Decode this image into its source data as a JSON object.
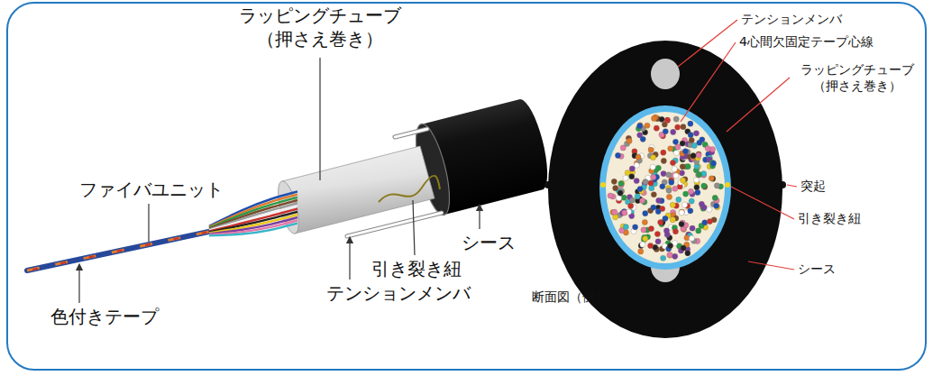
{
  "diagram": {
    "labels": [
      "ラッピングチューブ （押さえ巻き）",
      "ファイバユニット",
      "シース",
      "引き裂き紐",
      "テンションメンバ",
      "色付きテープ",
      "テンションメンバ",
      "4心間欠固定テープ心線",
      "ラッピングチューブ （押さえ巻き）",
      "突起",
      "引き裂き紐",
      "シース",
      "断面図（例）"
    ]
  }
}
